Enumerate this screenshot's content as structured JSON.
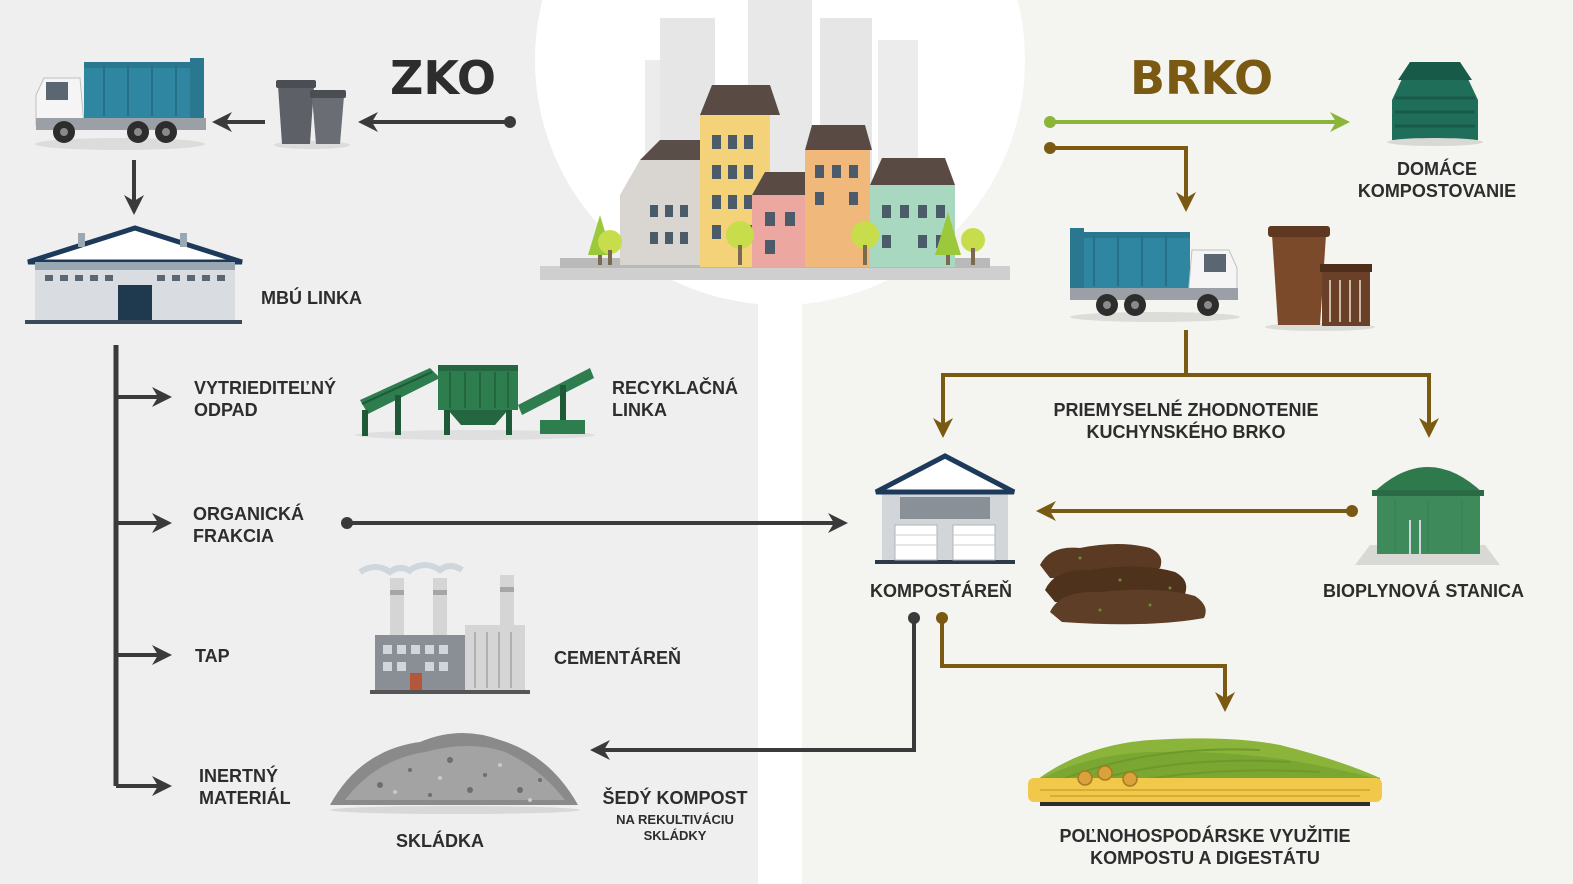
{
  "titles": {
    "zko": "ZKO",
    "brko": "BRKO"
  },
  "labels": {
    "mbu": "MBÚ LINKA",
    "vytriedtelny": [
      "VYTRIEDITEĽNÝ",
      "ODPAD"
    ],
    "recyklacna": [
      "RECYKLAČNÁ",
      "LINKA"
    ],
    "organicka": [
      "ORGANICKÁ",
      "FRAKCIA"
    ],
    "tap": "TAP",
    "cementaren": "CEMENTÁREŇ",
    "inertny": [
      "INERTNÝ",
      "MATERIÁL"
    ],
    "skladka": "SKLÁDKA",
    "sedy_kompost": "ŠEDÝ KOMPOST",
    "sedy_kompost_sub": [
      "NA REKULTIVÁCIU",
      "SKLÁDKY"
    ],
    "domace": [
      "DOMÁCE",
      "KOMPOSTOVANIE"
    ],
    "priemyselne": [
      "PRIEMYSELNÉ ZHODNOTENIE",
      "KUCHYNSKÉHO BRKO"
    ],
    "kompostaren": "KOMPOSTÁREŇ",
    "bioplynova": "BIOPLYNOVÁ STANICA",
    "polnohospodarske": [
      "POĽNOHOSPODÁRSKE VYUŽITIE",
      "KOMPOSTU A DIGESTÁTU"
    ]
  },
  "colors": {
    "left_bg": "#efefef",
    "right_bg": "#f4f4f1",
    "zko_title": "#2d2d2d",
    "brko_title": "#7a5a12",
    "dark_arrow": "#3a3a3a",
    "brown_arrow": "#7a5a12",
    "green_arrow": "#8bb43a",
    "truck_blue": "#2f86a0",
    "bin_gray": "#5d6066",
    "bin_brown": "#7a4a2a",
    "machine_green": "#2e7d4f"
  },
  "icons": [
    "garbage-truck-icon",
    "waste-bin-icon",
    "mbu-building-icon",
    "recycling-line-icon",
    "cement-factory-icon",
    "landfill-pile-icon",
    "city-icon",
    "home-composter-icon",
    "biowaste-bin-icon",
    "compost-plant-icon",
    "compost-pile-icon",
    "biogas-station-icon",
    "field-icon"
  ]
}
